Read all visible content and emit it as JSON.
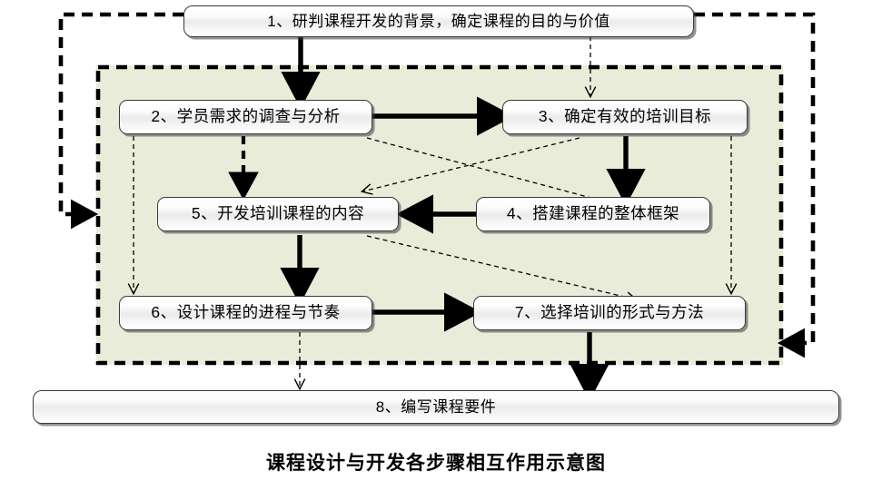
{
  "diagram": {
    "caption": "课程设计与开发各步骤相互作用示意图",
    "colors": {
      "region_fill": "#e8ecd9",
      "box_border": "#3a3a3a",
      "connector_solid": "#000000",
      "connector_dashed": "#000000",
      "page_background": "#ffffff",
      "text": "#000000"
    },
    "nodes": [
      {
        "id": "n1",
        "label": "1、研判课程开发的背景，确定课程的目的与价值"
      },
      {
        "id": "n2",
        "label": "2、学员需求的调查与分析"
      },
      {
        "id": "n3",
        "label": "3、确定有效的培训目标"
      },
      {
        "id": "n4",
        "label": "4、搭建课程的整体框架"
      },
      {
        "id": "n5",
        "label": "5、开发培训课程的内容"
      },
      {
        "id": "n6",
        "label": "6、设计课程的进程与节奏"
      },
      {
        "id": "n7",
        "label": "7、选择培训的形式与方法"
      },
      {
        "id": "n8",
        "label": "8、编写课程要件"
      }
    ],
    "edges": [
      {
        "from": "n1",
        "to": "n2",
        "style": "solid-thick"
      },
      {
        "from": "n1",
        "to": "n3",
        "style": "dashed-thin"
      },
      {
        "from": "n2",
        "to": "n3",
        "style": "solid-thick"
      },
      {
        "from": "n2",
        "to": "n5",
        "style": "dashed-thick"
      },
      {
        "from": "n2",
        "to": "n6",
        "style": "dashed-thin"
      },
      {
        "from": "n2",
        "to": "n4",
        "style": "dashed-thin"
      },
      {
        "from": "n3",
        "to": "n4",
        "style": "solid-thick"
      },
      {
        "from": "n3",
        "to": "n5",
        "style": "dashed-thin"
      },
      {
        "from": "n3",
        "to": "n7",
        "style": "dashed-thin"
      },
      {
        "from": "n4",
        "to": "n5",
        "style": "solid-thick"
      },
      {
        "from": "n5",
        "to": "n6",
        "style": "solid-thick"
      },
      {
        "from": "n5",
        "to": "n7",
        "style": "dashed-thin"
      },
      {
        "from": "n6",
        "to": "n7",
        "style": "solid-thick"
      },
      {
        "from": "n6",
        "to": "n8",
        "style": "dashed-thin"
      },
      {
        "from": "n7",
        "to": "n8",
        "style": "solid-thick"
      },
      {
        "from": "n1",
        "to": "group-left",
        "style": "dashed-thick-frame"
      },
      {
        "from": "n1",
        "to": "group-right",
        "style": "dashed-thick-frame"
      }
    ]
  }
}
